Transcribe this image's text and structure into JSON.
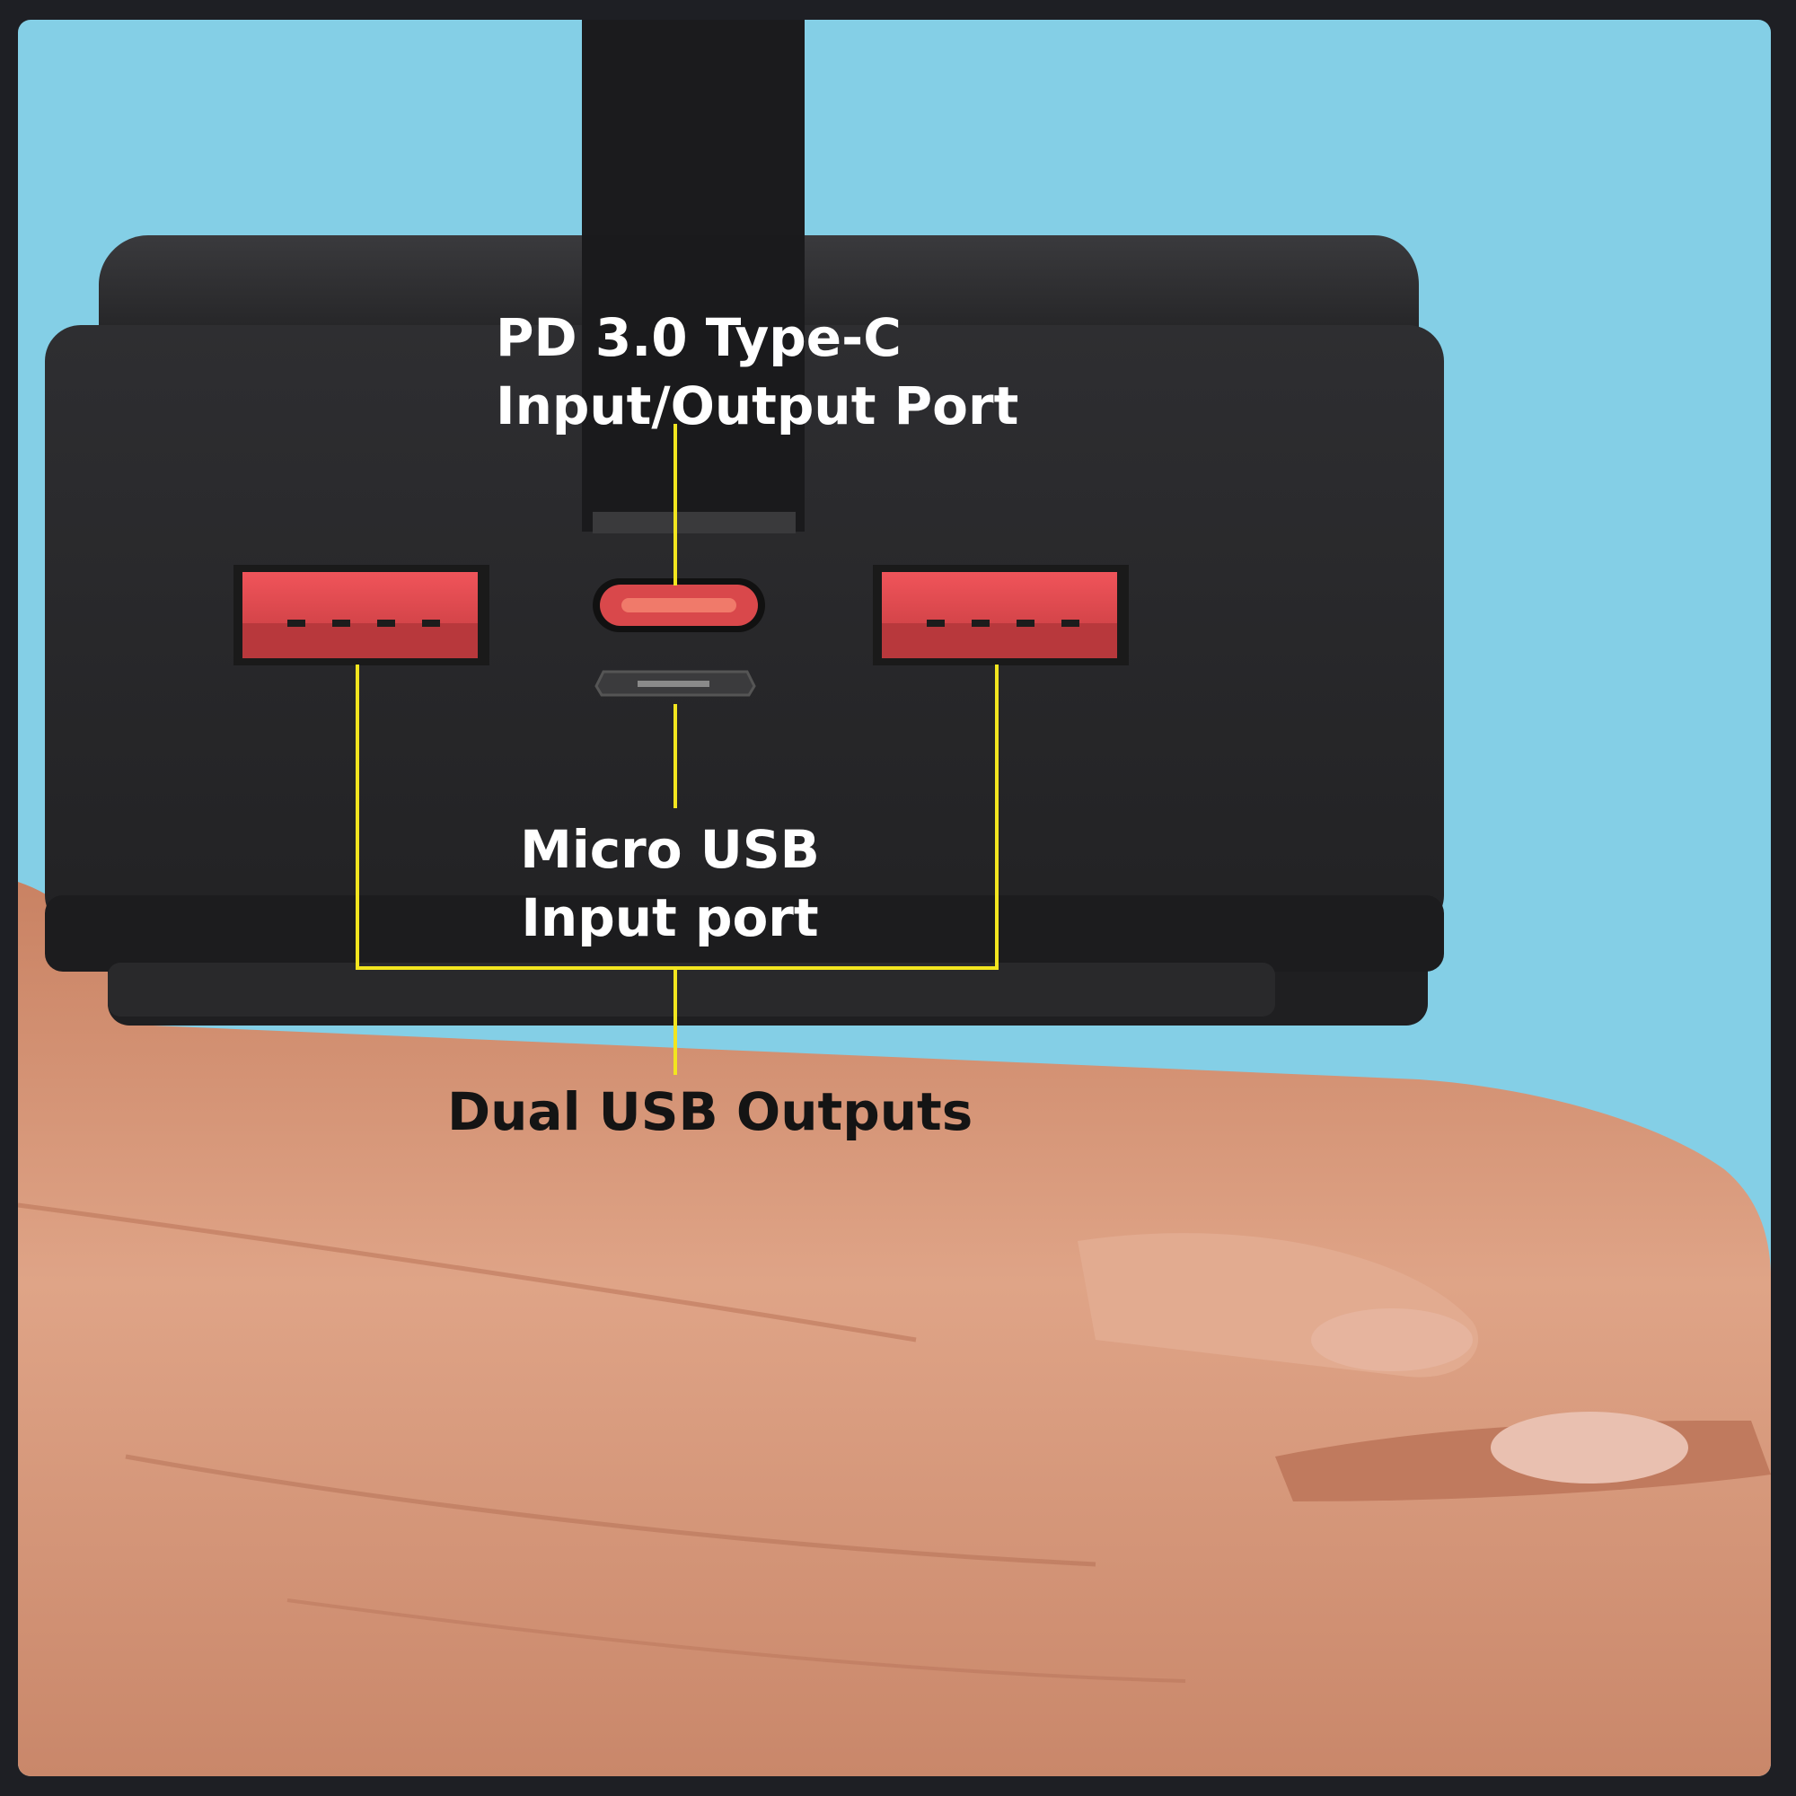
{
  "callouts": {
    "type_c": {
      "line1": "PD 3.0 Type-C",
      "line2": "Input/Output Port"
    },
    "micro_usb": {
      "line1": "Micro USB",
      "line2": "Input port"
    },
    "dual_usb": {
      "label": "Dual USB Outputs"
    }
  },
  "colors": {
    "background": "#84cfe6",
    "outer_border": "#1e1f24",
    "device_body": "#2a2a2c",
    "port_red": "#e8464a",
    "leader_line": "#f2e51f",
    "label_light": "#ffffff",
    "label_dark": "#141414",
    "skin": "#d69a7a"
  },
  "icons": {
    "left_usb_port": "usb-a-port-icon",
    "right_usb_port": "usb-a-port-icon",
    "type_c_port": "usb-c-port-icon",
    "micro_usb_port": "micro-usb-port-icon"
  }
}
